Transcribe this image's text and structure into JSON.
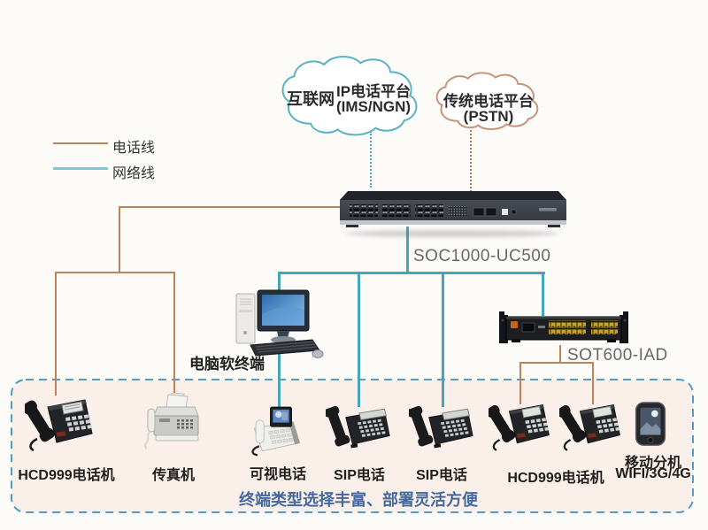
{
  "legend": {
    "items": [
      {
        "label": "电话线",
        "line_type": "phone-line"
      },
      {
        "label": "网络线",
        "line_type": "network-line"
      }
    ]
  },
  "clouds": {
    "ip": {
      "name_label": "互联网",
      "platform_line1": "IP电话平台",
      "platform_line2": "(IMS/NGN)"
    },
    "pstn": {
      "platform_line1": "传统电话平台",
      "platform_line2": "(PSTN)"
    }
  },
  "nodes": {
    "gateway": {
      "label": "SOC1000-UC500"
    },
    "iad": {
      "label": "SOT600-IAD"
    },
    "pc_softphone": {
      "label": "电脑软终端"
    }
  },
  "terminals": [
    {
      "type": "desk-phone",
      "label": "HCD999电话机"
    },
    {
      "type": "fax",
      "label": "传真机"
    },
    {
      "type": "video-phone",
      "label": "可视电话"
    },
    {
      "type": "sip-phone",
      "label": "SIP电话"
    },
    {
      "type": "sip-phone",
      "label": "SIP电话"
    },
    {
      "type": "desk-phone-pair",
      "label": "HCD999电话机"
    },
    {
      "type": "mobile",
      "label_line1": "移动分机",
      "label_line2": "WIFI/3G/4G"
    }
  ],
  "footer": {
    "slogan": "终端类型选择丰富、部署灵活方便"
  },
  "colors": {
    "phone_line": "#c08258",
    "network_line": "#47a5ba",
    "terminal_box_border": "#4f9cc8",
    "terminal_box_fill": "#faf0e9",
    "slogan_text": "#44699f",
    "cloud_ip_outline": "#58b2c4",
    "cloud_pstn_outline": "#c79478"
  }
}
